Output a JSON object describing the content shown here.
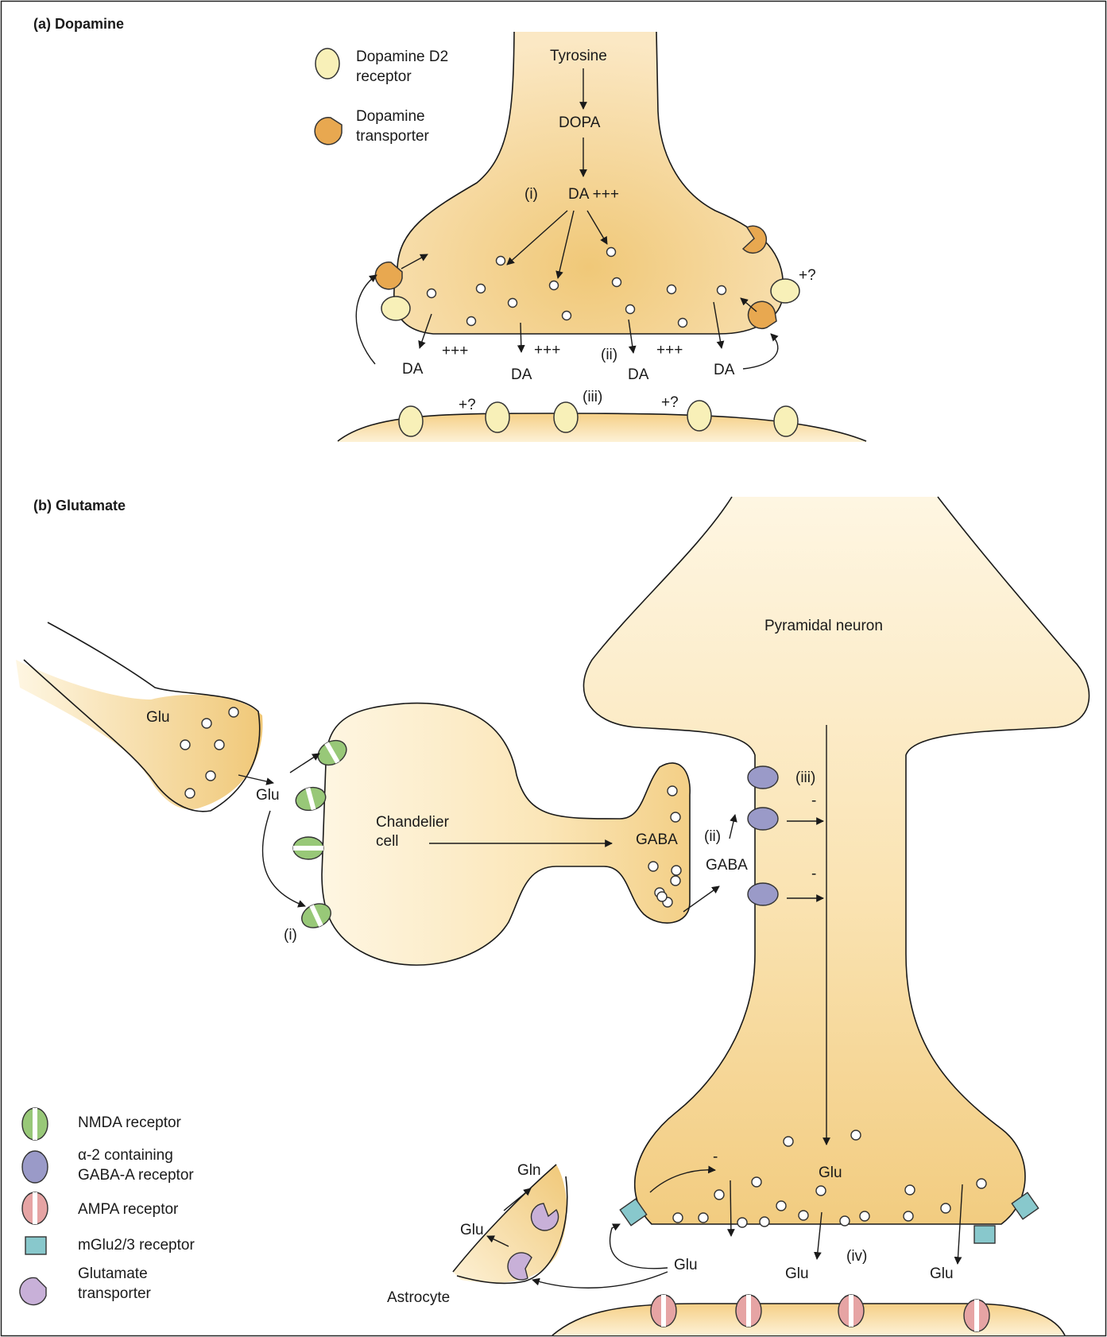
{
  "panel_a": {
    "heading": "(a) Dopamine",
    "legend": {
      "d2_receptor": [
        "Dopamine D2",
        "receptor"
      ],
      "transporter": [
        "Dopamine",
        "transporter"
      ]
    },
    "tyrosine": "Tyrosine",
    "dopa": "DOPA",
    "da_plus": "DA +++",
    "step_i": "(i)",
    "step_ii": "(ii)",
    "step_iii": "(iii)",
    "plus_plus": "+++",
    "da": "DA",
    "plus_q": "+?"
  },
  "panel_b": {
    "heading": "(b) Glutamate",
    "pyramidal": "Pyramidal neuron",
    "glu": "Glu",
    "gln": "Gln",
    "gaba": "GABA",
    "chandelier": [
      "Chandelier",
      "cell"
    ],
    "step_i": "(i)",
    "step_ii": "(ii)",
    "step_iii": "(iii)",
    "step_iv": "(iv)",
    "minus": "-",
    "astrocyte": "Astrocyte",
    "legend": {
      "nmda": "NMDA receptor",
      "gaba_a": [
        "α-2 containing",
        "GABA-A receptor"
      ],
      "ampa": "AMPA receptor",
      "mglu": "mGlu2/3 receptor",
      "glu_transporter": [
        "Glutamate",
        "transporter"
      ]
    }
  },
  "colors": {
    "neuron_dark": "#f0c878",
    "neuron_light": "#fdf1d6",
    "d2_receptor": "#f8f0b8",
    "transporter": "#e8a850",
    "nmda": "#98c878",
    "gaba_a_receptor": "#9a9ac8",
    "ampa": "#e6a4a4",
    "mglu": "#88c8cc",
    "glu_transporter": "#c8b0d8"
  }
}
